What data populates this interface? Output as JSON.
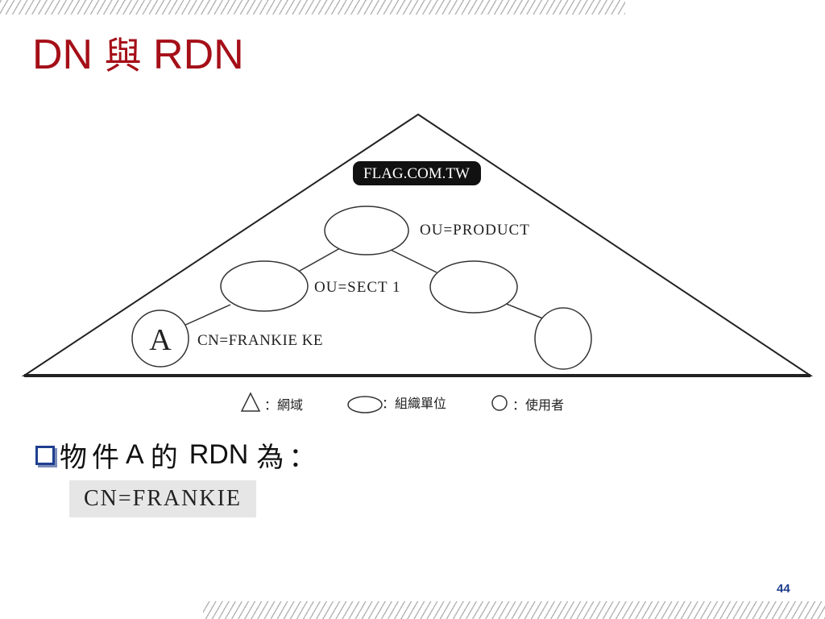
{
  "slide": {
    "title_left": "DN",
    "title_mid": "與",
    "title_right": "RDN",
    "page_number": "44"
  },
  "diagram": {
    "root_label": "FLAG.COM.TW",
    "ou_product_label": "OU=PRODUCT",
    "ou_sect_label": "OU=SECT 1",
    "user_letter": "A",
    "cn_label": "CN=FRANKIE KE"
  },
  "legend": {
    "domain_text": "：網域",
    "ou_text": "：組織單位",
    "user_text": "：使用者"
  },
  "bullet": {
    "prefix": "物件",
    "object": "A",
    "middle": "的",
    "rdn": "RDN",
    "suffix": "為："
  },
  "answer": {
    "text": "CN=FRANKIE"
  },
  "colors": {
    "title": "#a50f18",
    "accent": "#1f3f8f"
  }
}
